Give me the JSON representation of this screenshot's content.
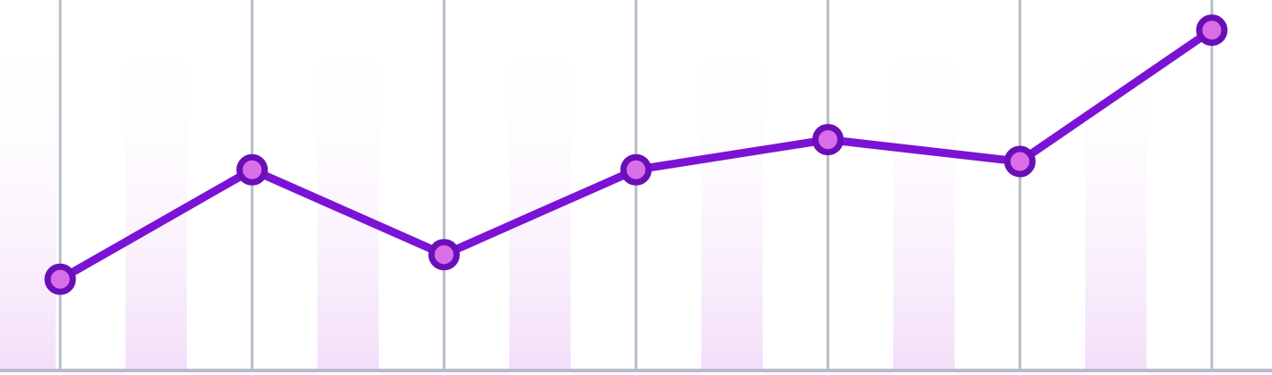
{
  "chart_data": {
    "type": "line",
    "x": [
      1,
      2,
      3,
      4,
      5,
      6,
      7
    ],
    "series": [
      {
        "values": [
          0.23,
          0.63,
          0.32,
          0.63,
          0.74,
          0.66,
          1.14
        ]
      }
    ],
    "ylim": [
      -0.1,
      1.25
    ],
    "grid": true,
    "title": "",
    "xlabel": "",
    "ylabel": ""
  },
  "colors": {
    "line": "#7c12d6",
    "marker_fill": "#da6ee8",
    "marker_stroke": "#6a0fb8",
    "gridline": "#b8bcc8",
    "axis": "#b8bcc8",
    "band": "#f6e6fb"
  }
}
